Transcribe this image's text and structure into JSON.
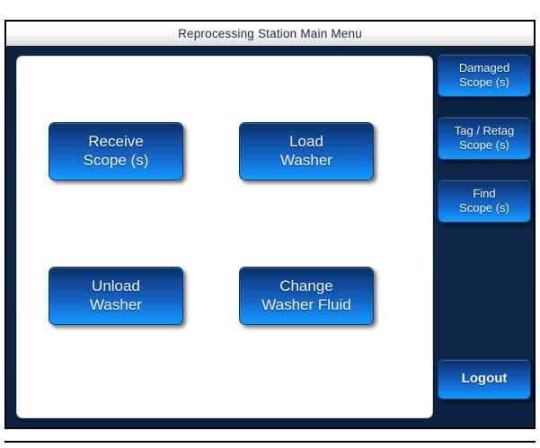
{
  "window": {
    "title": "Reprocessing Station Main Menu"
  },
  "colors": {
    "frame_border": "#000000",
    "titlebar_text": "#1b2a40",
    "app_background": "#0d2647",
    "content_panel": "#ffffff",
    "button_gradient_top": "#0c2f63",
    "button_gradient_bottom": "#109cff",
    "button_text": "#f2f7ff"
  },
  "main": {
    "buttons": [
      {
        "id": "receive-scopes",
        "label": "Receive\nScope (s)"
      },
      {
        "id": "load-washer",
        "label": "Load\nWasher"
      },
      {
        "id": "unload-washer",
        "label": "Unload\nWasher"
      },
      {
        "id": "change-washer-fluid",
        "label": "Change\nWasher Fluid"
      }
    ]
  },
  "sidebar": {
    "buttons": [
      {
        "id": "damaged-scopes",
        "label": "Damaged\nScope (s)"
      },
      {
        "id": "tag-retag-scopes",
        "label": "Tag / Retag\nScope (s)"
      },
      {
        "id": "find-scopes",
        "label": "Find\nScope (s)"
      }
    ],
    "logout": {
      "id": "logout",
      "label": "Logout"
    }
  }
}
